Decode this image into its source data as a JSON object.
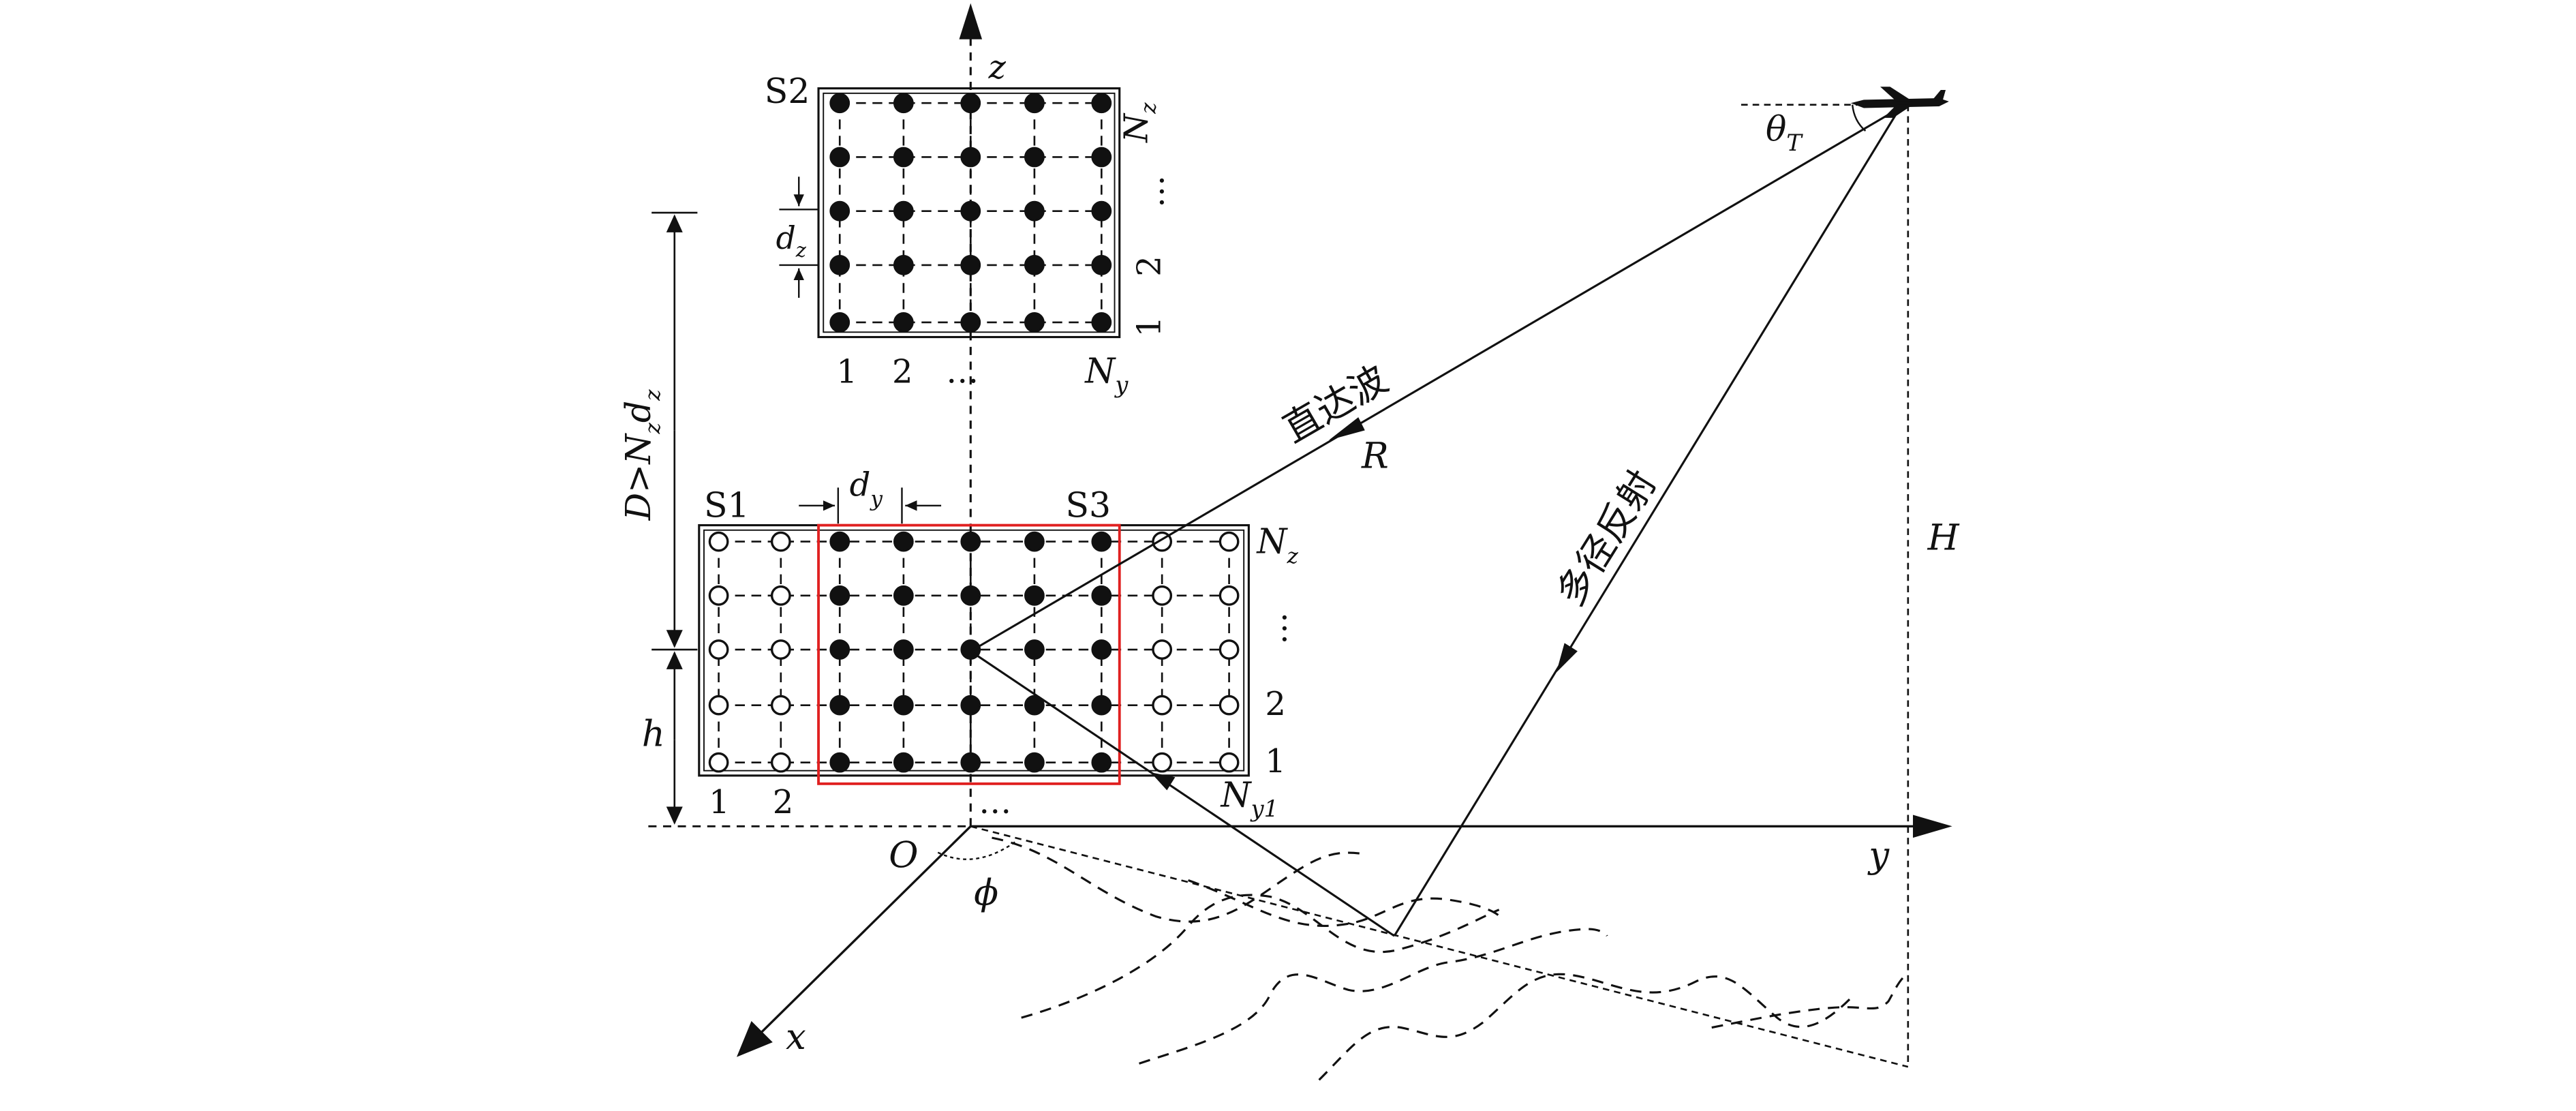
{
  "colors": {
    "ink": "#111111",
    "highlight": "#e02020",
    "background": "#ffffff"
  },
  "axes": {
    "z": "z",
    "y": "y",
    "x": "x",
    "origin": "O",
    "phi": "ϕ"
  },
  "array_s2": {
    "name": "S2",
    "nz": "N",
    "nz_sub": "z",
    "ny": "N",
    "ny_sub": "y",
    "col1": "1",
    "col2": "2",
    "col_dots": "…",
    "row1": "1",
    "row2": "2",
    "row_dots": "…",
    "dz": "d",
    "dz_sub": "z"
  },
  "array_s1": {
    "name": "S1",
    "subarray_name": "S3",
    "nz": "N",
    "nz_sub": "z",
    "ny1": "N",
    "ny1_sub": "y1",
    "col1": "1",
    "col2": "2",
    "col_dots": "…",
    "row1": "1",
    "row2": "2",
    "row_dots": "…",
    "dy": "d",
    "dy_sub": "y"
  },
  "dimensions": {
    "separation_D": "D>N",
    "separation_sub1": "z",
    "separation_d": "d",
    "separation_sub2": "z",
    "h": "h",
    "H": "H"
  },
  "target": {
    "angle_label": "θ",
    "angle_sub": "T",
    "range_label": "R",
    "direct_wave": "直达波",
    "multipath": "多径反射"
  },
  "icons": {
    "aircraft": "aircraft-icon"
  }
}
